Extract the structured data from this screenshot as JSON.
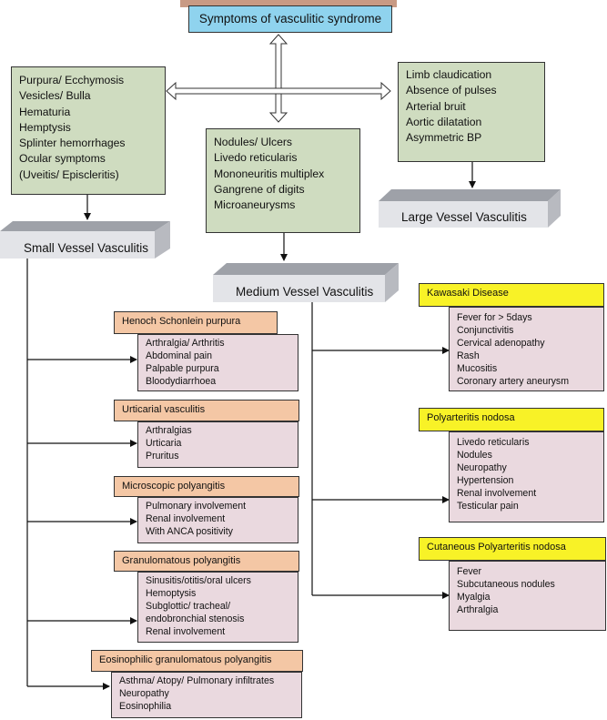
{
  "title": "Symptoms of vasculitic syndrome",
  "small_symptoms": [
    "Purpura/ Ecchymosis",
    "Vesicles/ Bulla",
    "Hematuria",
    "Hemptysis",
    "Splinter hemorrhages",
    "Ocular symptoms",
    "(Uveitis/ Episcleritis)"
  ],
  "medium_symptoms": [
    "Nodules/ Ulcers",
    "Livedo reticularis",
    "Mononeuritis multiplex",
    "Gangrene of digits",
    "Microaneurysms"
  ],
  "large_symptoms": [
    "Limb claudication",
    "Absence of pulses",
    "Arterial bruit",
    "Aortic dilatation",
    "Asymmetric BP"
  ],
  "categories": {
    "small": "Small Vessel Vasculitis",
    "medium": "Medium Vessel Vasculitis",
    "large": "Large Vessel Vasculitis"
  },
  "small_diseases": [
    {
      "name": "Henoch Schonlein purpura",
      "items": [
        "Arthralgia/ Arthritis",
        "Abdominal pain",
        "Palpable purpura",
        "Bloodydiarrhoea"
      ]
    },
    {
      "name": "Urticarial vasculitis",
      "items": [
        "Arthralgias",
        "Urticaria",
        "Pruritus"
      ]
    },
    {
      "name": "Microscopic polyangitis",
      "items": [
        "Pulmonary involvement",
        "Renal involvement",
        "With ANCA positivity"
      ]
    },
    {
      "name": "Granulomatous polyangitis",
      "items": [
        "Sinusitis/otitis/oral ulcers",
        "Hemoptysis",
        "Subglottic/ tracheal/",
        "endobronchial stenosis",
        "Renal involvement"
      ]
    },
    {
      "name": "Eosinophilic granulomatous polyangitis",
      "items": [
        "Asthma/ Atopy/ Pulmonary infiltrates",
        "Neuropathy",
        "Eosinophilia"
      ]
    }
  ],
  "medium_diseases": [
    {
      "name": "Kawasaki Disease",
      "items": [
        "Fever for > 5days",
        "Conjunctivitis",
        "Cervical adenopathy",
        "Rash",
        "Mucositis",
        "Coronary artery aneurysm"
      ]
    },
    {
      "name": "Polyarteritis nodosa",
      "items": [
        "Livedo reticularis",
        "Nodules",
        "Neuropathy",
        "Hypertension",
        "Renal involvement",
        "Testicular pain"
      ]
    },
    {
      "name": "Cutaneous Polyarteritis nodosa",
      "items": [
        "Fever",
        "Subcutaneous nodules",
        "Myalgia",
        "Arthralgia"
      ]
    }
  ]
}
